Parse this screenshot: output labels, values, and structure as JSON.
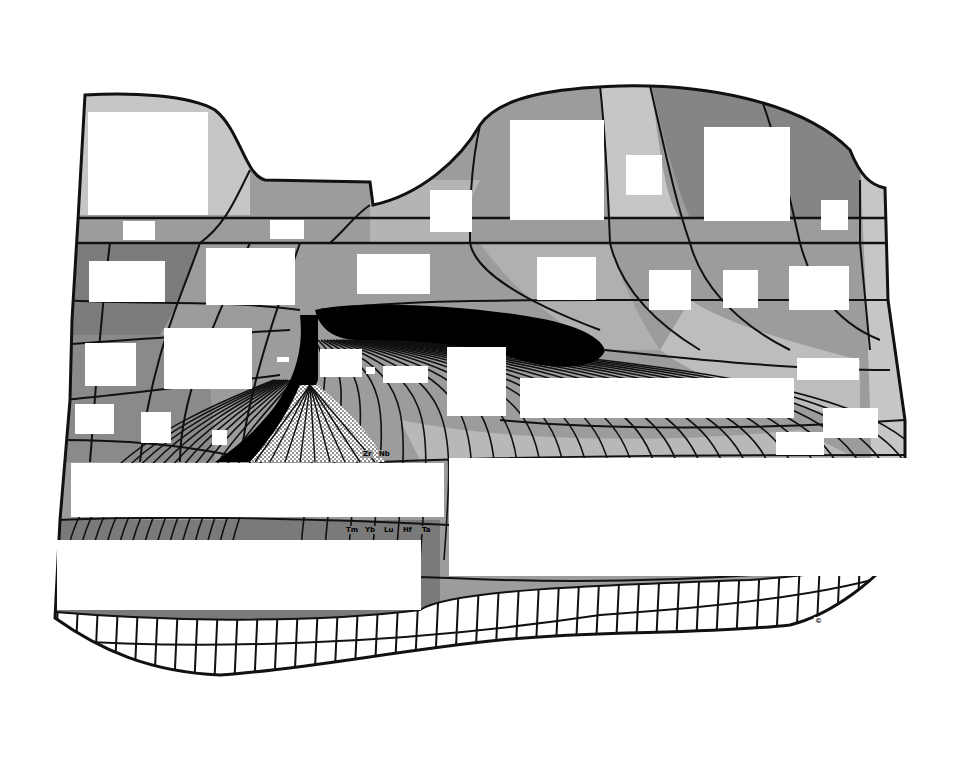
{
  "diagram": {
    "labels": [
      "Zr",
      "Nb",
      "Tm",
      "Yb",
      "Lu",
      "Hf",
      "Ta",
      "©"
    ]
  }
}
